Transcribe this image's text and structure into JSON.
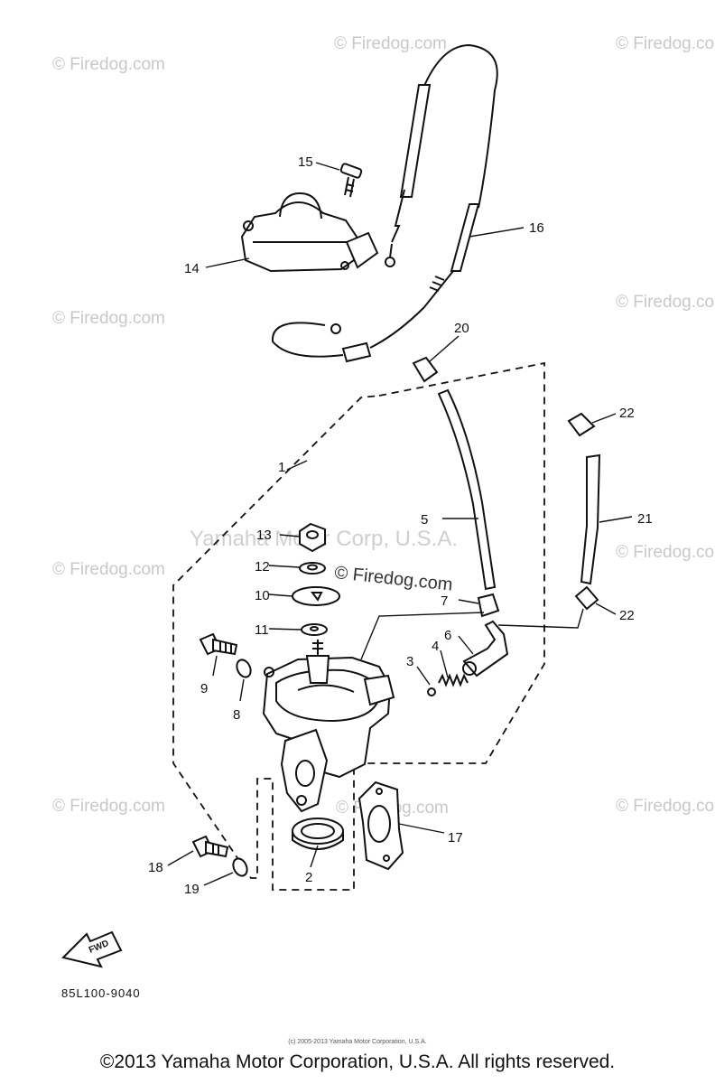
{
  "watermark": {
    "text": "© Firedog.com",
    "center_text": "Yamaha Motor Corp, U.S.A."
  },
  "callouts": {
    "c1": "1",
    "c2": "2",
    "c3": "3",
    "c4": "4",
    "c5": "5",
    "c6": "6",
    "c7": "7",
    "c8": "8",
    "c9": "9",
    "c10": "10",
    "c11": "11",
    "c12": "12",
    "c13": "13",
    "c14": "14",
    "c15": "15",
    "c16": "16",
    "c17": "17",
    "c18": "18",
    "c19": "19",
    "c20": "20",
    "c21": "21",
    "c22a": "22",
    "c22b": "22"
  },
  "fwd_label": "FWD",
  "diagram_code": "85L100-9040",
  "footer_small": "(c) 2005-2013 Yamaha Motor Corporation, U.S.A.",
  "footer": "©2013 Yamaha Motor Corporation, U.S.A. All rights reserved."
}
